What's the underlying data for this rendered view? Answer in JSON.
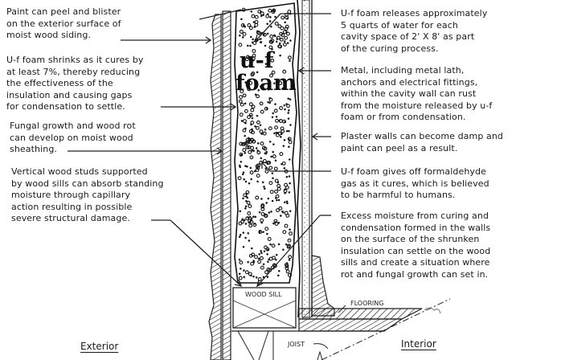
{
  "diagram": {
    "foam_label_line1": "u-f",
    "foam_label_line2": "foam",
    "wood_sill_label": "WOOD SILL",
    "flooring_label": "FLOORING",
    "joist_label": "JOIST",
    "exterior_label": "Exterior",
    "interior_label": "Interior",
    "colors": {
      "ink": "#1a1a1a",
      "paper": "#ffffff"
    }
  },
  "left_notes": [
    {
      "id": "paint-peel",
      "lines": [
        "Paint can peel and blister",
        "on the exterior surface of",
        "moist wood siding."
      ]
    },
    {
      "id": "foam-shrink",
      "lines": [
        "U-f foam shrinks as it cures by",
        "at least 7%, thereby reducing",
        "the effectiveness of the",
        "insulation and causing gaps",
        "for condensation to settle."
      ]
    },
    {
      "id": "fungal-growth",
      "lines": [
        "Fungal growth and wood rot",
        "can develop on moist wood",
        "sheathing."
      ]
    },
    {
      "id": "wood-studs",
      "lines": [
        "Vertical wood studs supported",
        "by wood sills can absorb standing",
        "moisture through capillary",
        "action resulting in possible",
        "severe structural damage."
      ]
    }
  ],
  "right_notes": [
    {
      "id": "water-release",
      "lines": [
        "U-f foam releases approximately",
        "5 quarts of water for each",
        "cavity space of 2' X 8' as part",
        "of the curing process."
      ]
    },
    {
      "id": "metal-rust",
      "lines": [
        "Metal, including metal lath,",
        "anchors and electrical fittings,",
        "within the cavity wall can rust",
        "from the moisture released by u-f",
        "foam or from condensation."
      ]
    },
    {
      "id": "plaster-damp",
      "lines": [
        "Plaster walls can become damp and",
        "paint can peel as a result."
      ]
    },
    {
      "id": "formaldehyde",
      "lines": [
        "U-f foam gives off formaldehyde",
        "gas as it cures, which is believed",
        "to be harmful to humans."
      ]
    },
    {
      "id": "excess-moisture",
      "lines": [
        "Excess moisture from curing and",
        "condensation formed in the walls",
        "on the surface of the shrunken",
        "insulation can settle on the wood",
        "sills and create a situation where",
        "rot and fungal growth can set in."
      ]
    }
  ]
}
